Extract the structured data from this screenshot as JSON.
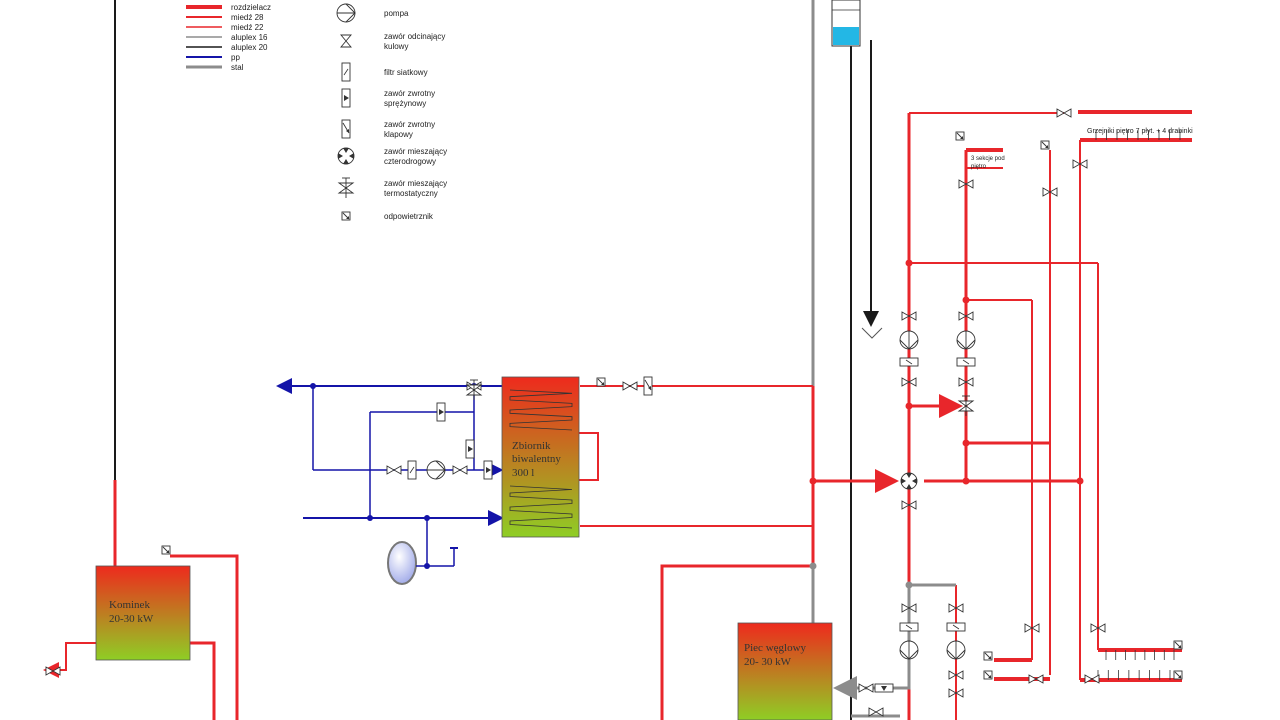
{
  "legend": {
    "pipes": [
      {
        "label": "rozdzielacz",
        "color": "#e8262b"
      },
      {
        "label": "miedź 28",
        "color": "#e8262b"
      },
      {
        "label": "miedź 22",
        "color": "#e8262b"
      },
      {
        "label": "aluplex 16",
        "color": "#1a1a1a"
      },
      {
        "label": "aluplex 20",
        "color": "#1a1a1a"
      },
      {
        "label": "pp",
        "color": "#1414a8"
      },
      {
        "label": "stal",
        "color": "#8c8c8c"
      }
    ],
    "symbols": [
      {
        "icon": "pump-icon",
        "lines": [
          "pompa"
        ]
      },
      {
        "icon": "ball-valve-icon",
        "lines": [
          "zawór odcinający",
          "kulowy"
        ]
      },
      {
        "icon": "mesh-filter-icon",
        "lines": [
          "filtr siatkowy"
        ]
      },
      {
        "icon": "spring-check-valve-icon",
        "lines": [
          "zawór zwrotny",
          "sprężynowy"
        ]
      },
      {
        "icon": "flap-check-valve-icon",
        "lines": [
          "zawór zwrotny",
          "klapowy"
        ]
      },
      {
        "icon": "four-way-mixing-valve-icon",
        "lines": [
          "zawór mieszający",
          "czterodrogowy"
        ]
      },
      {
        "icon": "thermostatic-mixing-valve-icon",
        "lines": [
          "zawór mieszający",
          "termostatyczny"
        ]
      },
      {
        "icon": "air-vent-icon",
        "lines": [
          "odpowietrznik"
        ]
      }
    ]
  },
  "components": {
    "fireplace": {
      "lines": [
        "Kominek",
        "20-30 kW"
      ]
    },
    "tank": {
      "lines": [
        "Zbiornik",
        "biwalentny",
        "300 l"
      ]
    },
    "coal_stove": {
      "lines": [
        "Piec węglowy",
        "20- 30 kW"
      ]
    }
  },
  "annotations": {
    "radiators_floor": "Grzejniki  piętro  7 płyt. + 4 drabinki",
    "sections": [
      "3 sekcje pod",
      "piętro"
    ]
  },
  "colors": {
    "copper": "#e8262b",
    "pp": "#1414a8",
    "steel": "#8c8c8c",
    "aluplex": "#1a1a1a",
    "box_top": "#ee2a1d",
    "box_bottom": "#8fce25",
    "expansion_water": "#23b7e5"
  }
}
